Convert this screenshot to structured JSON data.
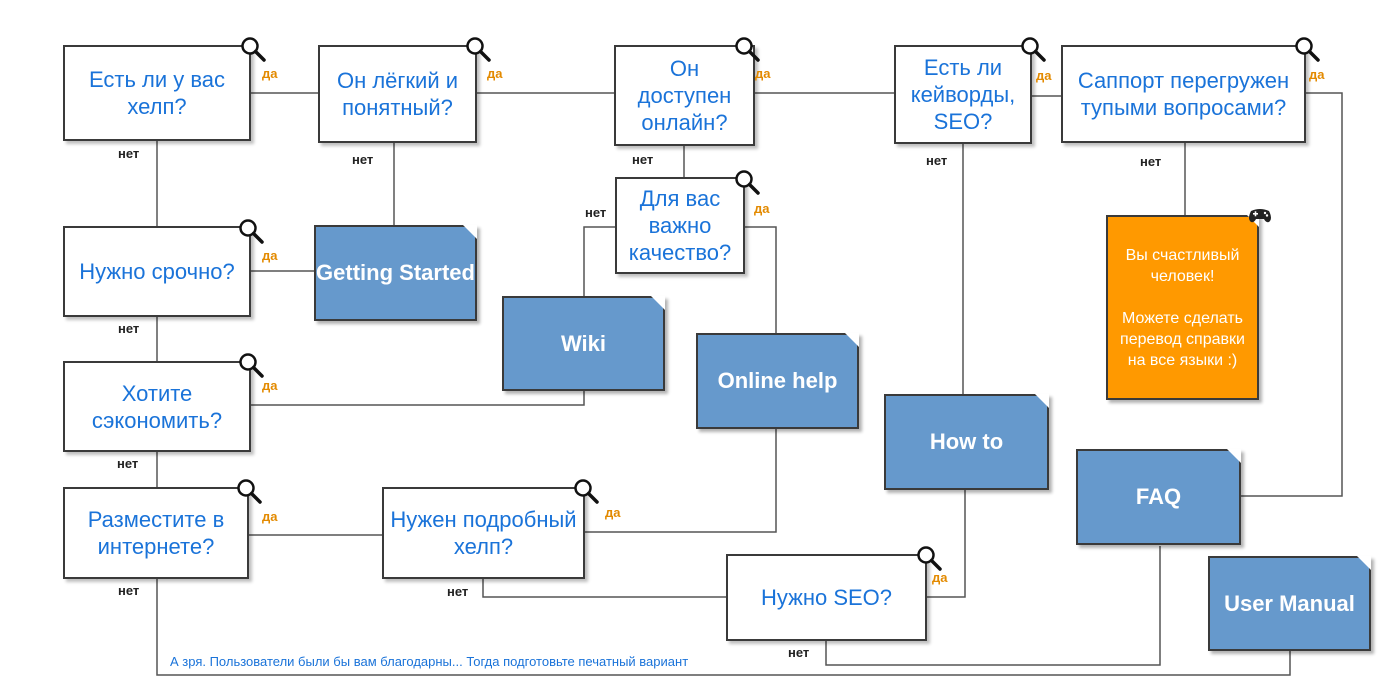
{
  "questions": {
    "has_help": "Есть ли у вас хелп?",
    "easy": "Он лёгкий и понятный?",
    "online": "Он доступен онлайн?",
    "keywords": "Есть ли кейворды, SEO?",
    "support": "Саппорт перегружен тупыми вопросами?",
    "urgent": "Нужно срочно?",
    "quality": "Для вас важно качество?",
    "save": "Хотите сэкономить?",
    "publish": "Разместите в интернете?",
    "detailed": "Нужен подробный хелп?",
    "seo": "Нужно SEO?"
  },
  "results": {
    "getting_started": "Getting Started",
    "wiki": "Wiki",
    "online_help": "Online help",
    "how_to": "How to",
    "faq": "FAQ",
    "user_manual": "User Manual",
    "happy_line1": "Вы счастливый человек!",
    "happy_line2": "Можете сделать перевод справки на все языки :)"
  },
  "labels": {
    "yes": "да",
    "no": "нет"
  },
  "footer": "А зря. Пользователи были бы вам благодарны... Тогда подготовьте печатный вариант",
  "icons": {
    "question": "magnifier-icon",
    "happy": "gamepad-icon"
  },
  "colors": {
    "question_text": "#1a73d9",
    "doc_fill": "#6699cc",
    "happy_fill": "#ff9900",
    "yes_label": "#e38a00",
    "line": "#555555"
  }
}
